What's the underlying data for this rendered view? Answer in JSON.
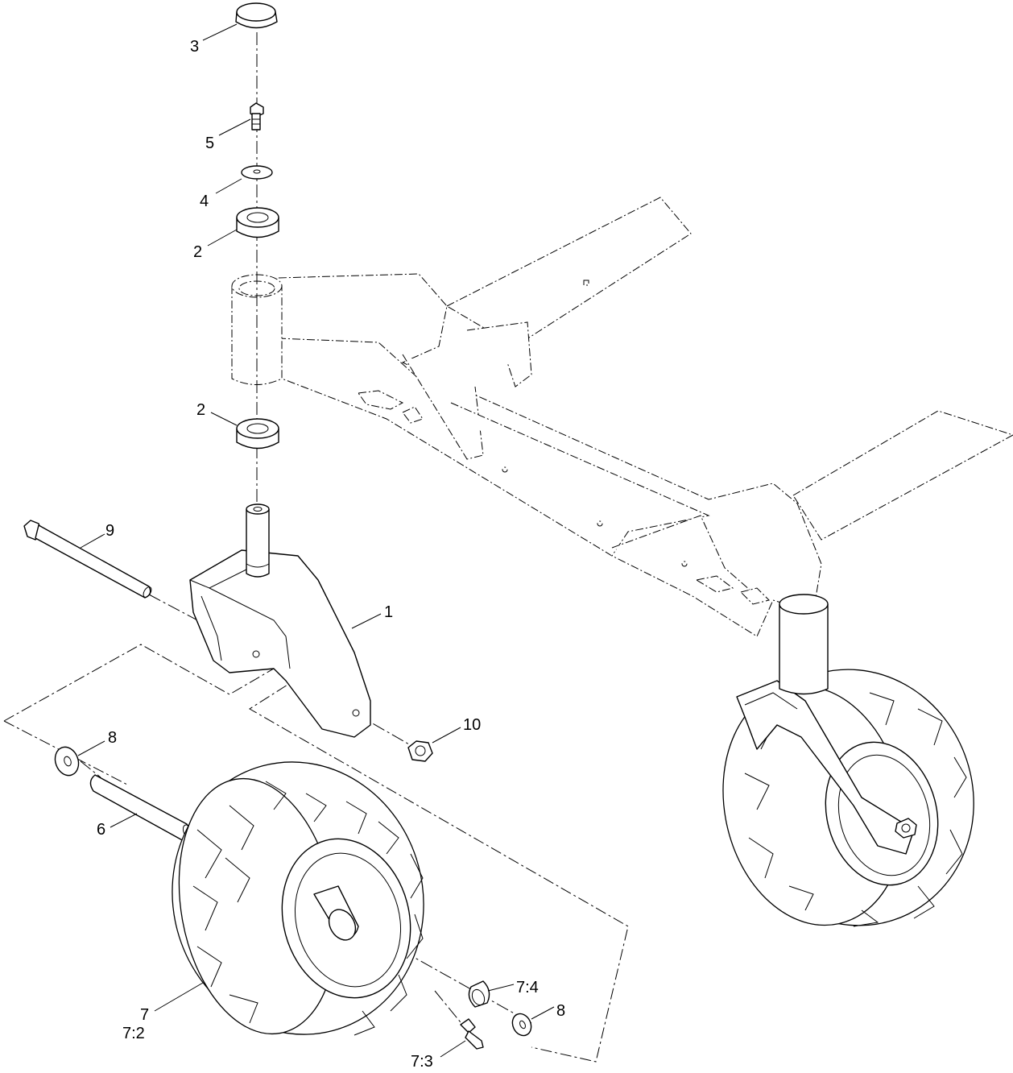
{
  "labels": {
    "p1": "1",
    "p2_upper": "2",
    "p2_lower": "2",
    "p3": "3",
    "p4": "4",
    "p5": "5",
    "p6": "6",
    "p7": "7",
    "p7_2": "7:2",
    "p7_3": "7:3",
    "p7_4": "7:4",
    "p8_left": "8",
    "p8_right": "8",
    "p9": "9",
    "p10": "10"
  }
}
